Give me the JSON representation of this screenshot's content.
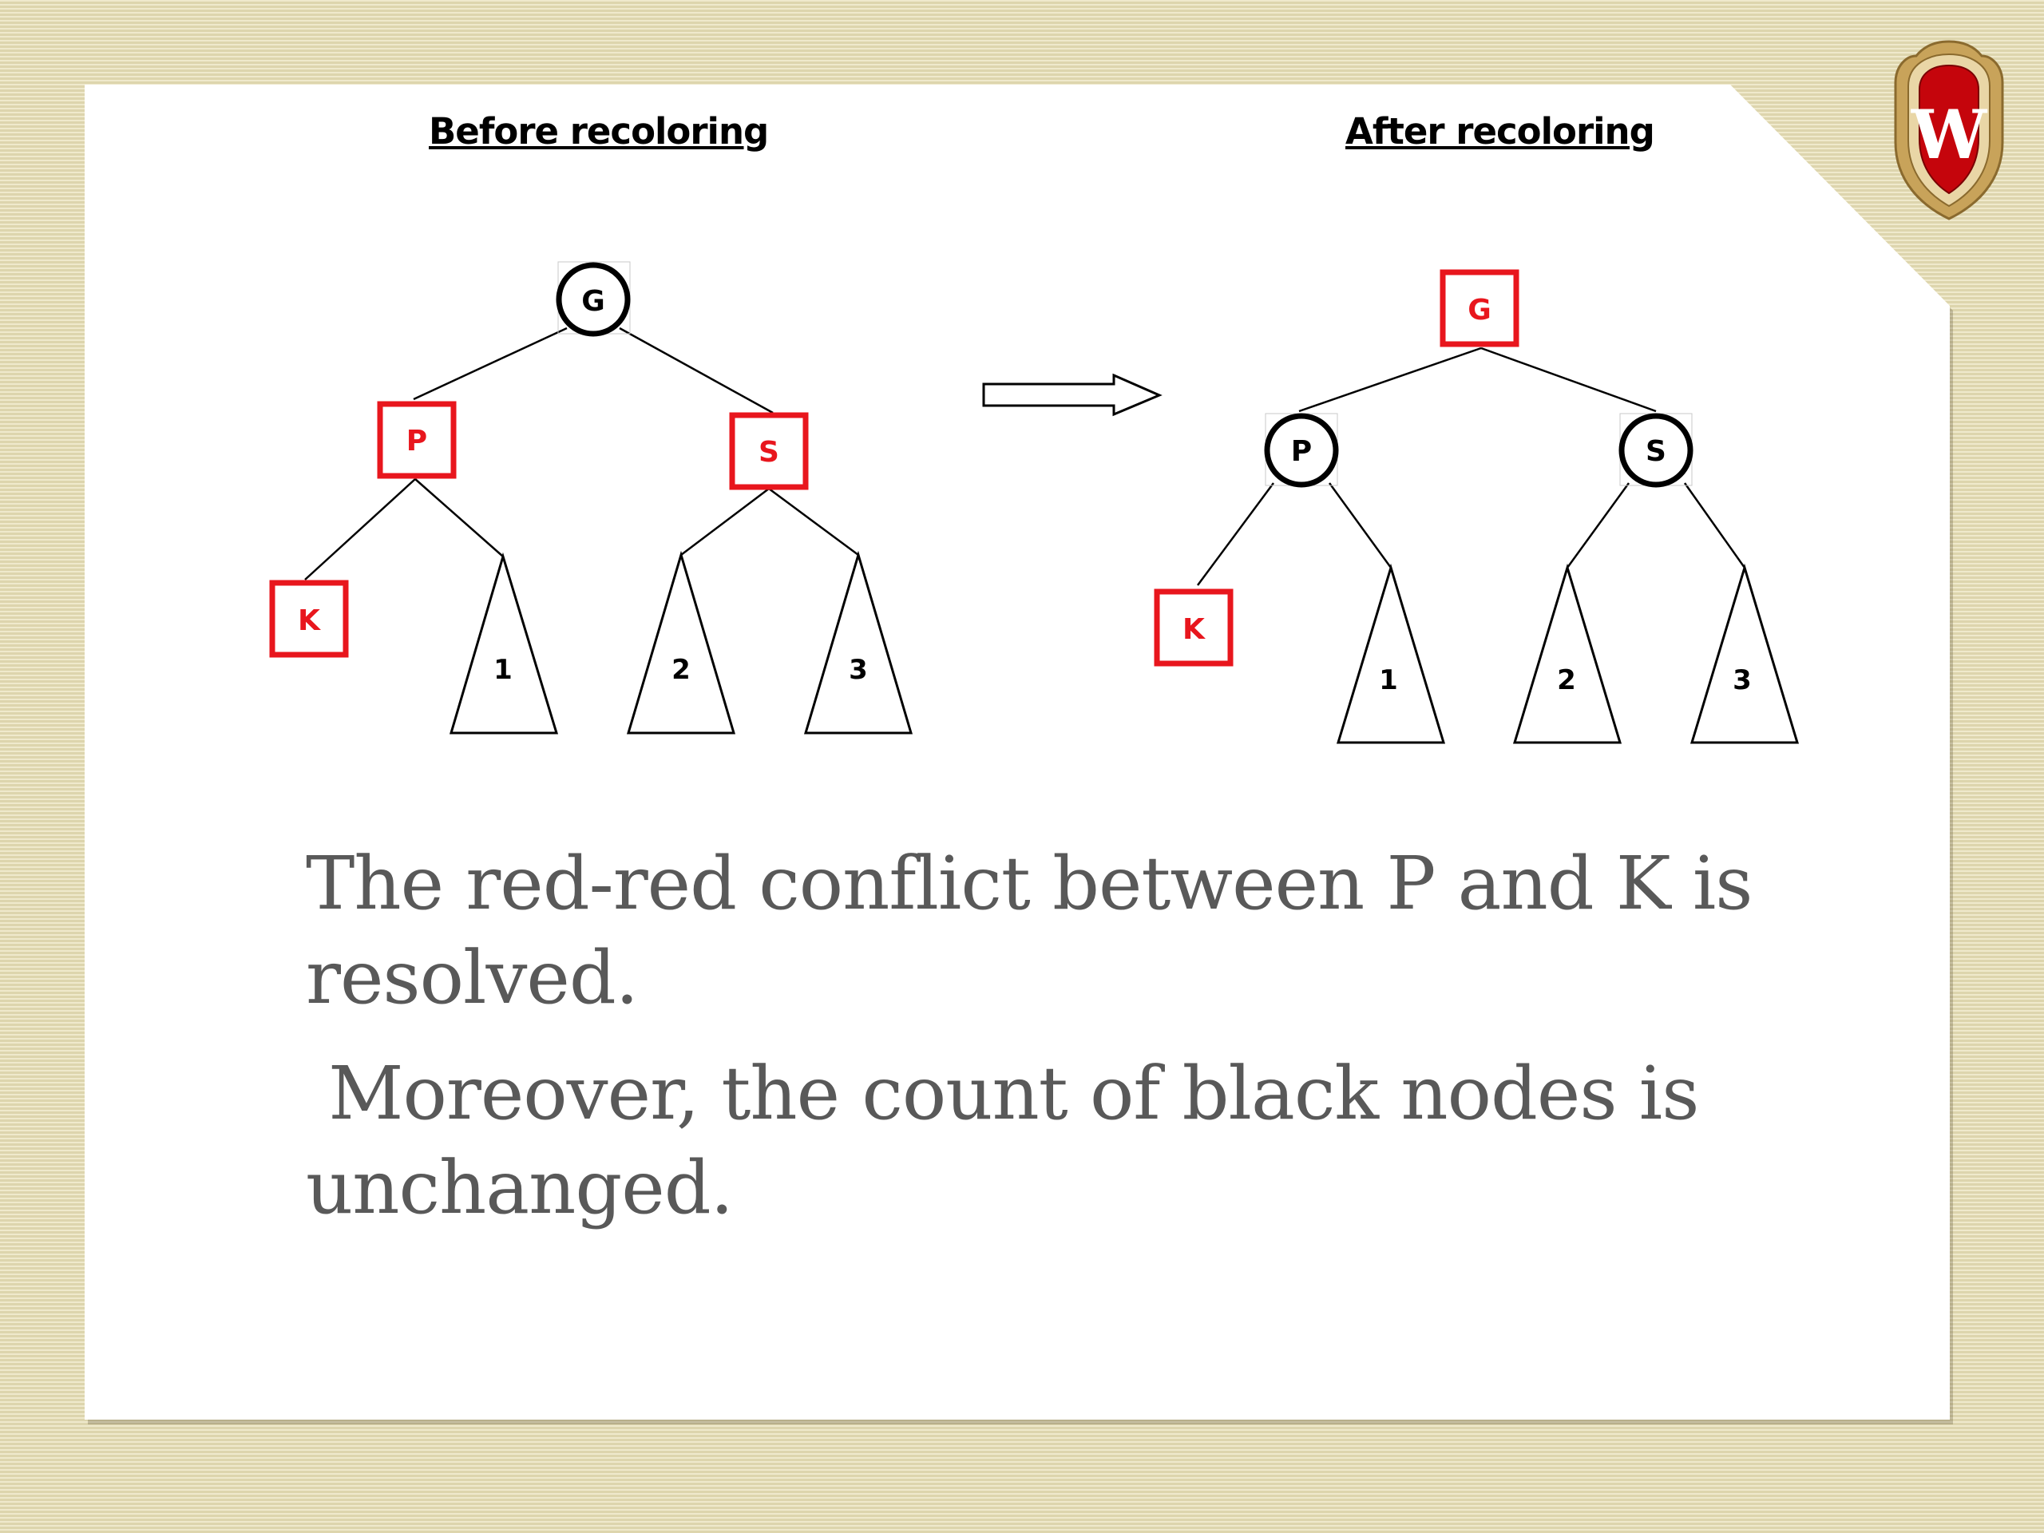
{
  "slide": {
    "heading_before": "Before recoloring",
    "heading_after": "After recoloring",
    "paragraphs": [
      "The red-red conflict between P and K is resolved.",
      " Moreover, the count of black nodes is unchanged."
    ],
    "logo_letter": "W"
  },
  "diagram": {
    "before": {
      "nodes": [
        {
          "id": "G",
          "label": "G",
          "color": "black",
          "shape": "circle"
        },
        {
          "id": "P",
          "label": "P",
          "color": "red",
          "shape": "square"
        },
        {
          "id": "S",
          "label": "S",
          "color": "red",
          "shape": "square"
        },
        {
          "id": "K",
          "label": "K",
          "color": "red",
          "shape": "square"
        }
      ],
      "subtrees": [
        "1",
        "2",
        "3"
      ]
    },
    "after": {
      "nodes": [
        {
          "id": "G",
          "label": "G",
          "color": "red",
          "shape": "square"
        },
        {
          "id": "P",
          "label": "P",
          "color": "black",
          "shape": "circle"
        },
        {
          "id": "S",
          "label": "S",
          "color": "black",
          "shape": "circle"
        },
        {
          "id": "K",
          "label": "K",
          "color": "red",
          "shape": "square"
        }
      ],
      "subtrees": [
        "1",
        "2",
        "3"
      ]
    }
  },
  "colors": {
    "red_node": "#e8161d",
    "black_node": "#000000",
    "body_text": "#595959",
    "crest_red": "#c5050c",
    "crest_gold": "#c8a35a"
  }
}
